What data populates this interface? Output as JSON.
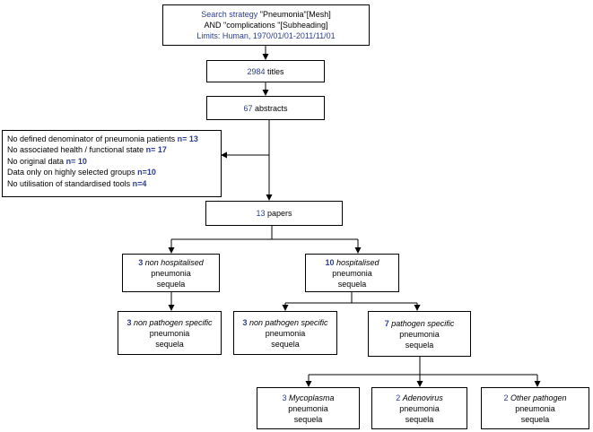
{
  "search": {
    "label": "Search strategy",
    "line1_rest": " \"Pneumonia\"[Mesh]",
    "line2": "AND \"complications \"[Subheading]",
    "limits": "Limits: Human, 1970/01/01-2011/11/01"
  },
  "titles": {
    "count": "2984",
    "label": " titles"
  },
  "abstracts": {
    "count": "67",
    "label": " abstracts"
  },
  "exclusions": [
    {
      "text": "No defined denominator of pneumonia patients",
      "n": "n= 13"
    },
    {
      "text": "No associated health / functional state",
      "n": "n= 17"
    },
    {
      "text": "No original data",
      "n": "n= 10"
    },
    {
      "text": "Data only on highly selected groups",
      "n": "n=10"
    },
    {
      "text": "No utilisation of standardised tools",
      "n": "n=4"
    }
  ],
  "papers": {
    "count": "13",
    "label": " papers"
  },
  "non_hosp": {
    "count": "3",
    "label": "non hospitalised",
    "l2": "pneumonia",
    "l3": "sequela"
  },
  "hosp": {
    "count": "10",
    "label": "hospitalised",
    "l2": "pneumonia",
    "l3": "sequela"
  },
  "nh_nonpath": {
    "count": "3",
    "label": "non pathogen specific",
    "l2": "pneumonia",
    "l3": "sequela"
  },
  "h_nonpath": {
    "count": "3",
    "label": "non pathogen specific",
    "l2": "pneumonia",
    "l3": "sequela"
  },
  "h_path": {
    "count": "7",
    "label": "pathogen specific",
    "l2": "pneumonia",
    "l3": "sequela"
  },
  "myco": {
    "count": "3",
    "label": "Mycoplasma",
    "l2": "pneumonia",
    "l3": "sequela"
  },
  "adeno": {
    "count": "2",
    "label": "Adenovirus",
    "l2": "pneumonia",
    "l3": "sequela"
  },
  "other": {
    "count": "2",
    "label": "Other pathogen",
    "l2": "pneumonia",
    "l3": "sequela"
  },
  "colors": {
    "accent_blue": "#2b3d8f",
    "line": "#000000"
  }
}
